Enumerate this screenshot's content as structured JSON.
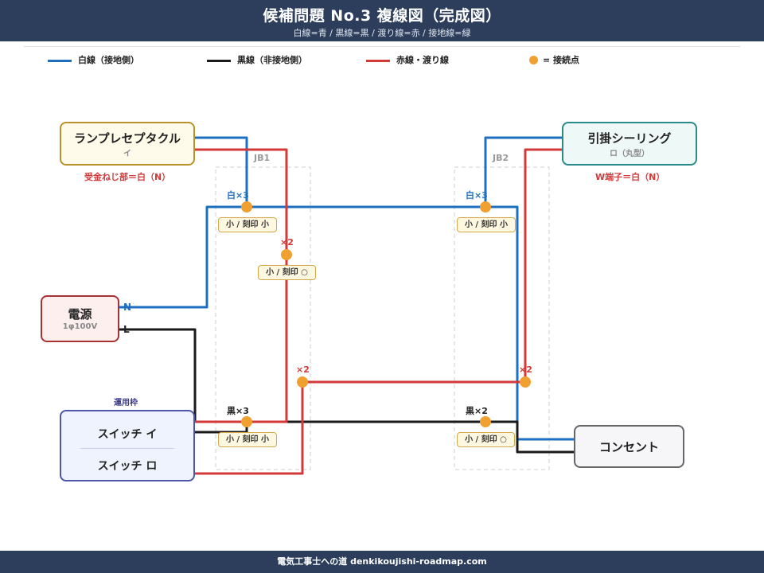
{
  "header": {
    "title": "候補問題 No.3  複線図（完成図）",
    "subtitle": "白線=青 / 黒線=黒 / 渡り線=赤 / 接地線=緑"
  },
  "legend": {
    "white": "白線（接地側）",
    "black": "黒線（非接地側）",
    "red": "赤線・渡り線",
    "dot": "= 接続点"
  },
  "colors": {
    "white_wire": "#1f6fc0",
    "black_wire": "#1a1a1a",
    "red_wire": "#d23a3a",
    "connection": "#f0a030",
    "header_bg": "#2c3e5c"
  },
  "lamp": {
    "name": "ランプレセプタクル",
    "code": "イ",
    "note": "受金ねじ部＝白（N）"
  },
  "ceiling": {
    "name": "引掛シーリング",
    "code": "ロ（丸型）",
    "note": "W端子＝白（N）"
  },
  "power": {
    "name": "電源",
    "spec": "1φ100V",
    "n": "N",
    "l": "L"
  },
  "switch_box": {
    "frame_label": "運用枠",
    "switch_i": "スイッチ イ",
    "switch_ro": "スイッチ ロ"
  },
  "outlet": {
    "name": "コンセント"
  },
  "jb1": {
    "label": "JB1",
    "white_count": "白×3",
    "white_tag": "小 / 刻印 小",
    "red_count": "×2",
    "red_tag": "小 / 刻印 ○",
    "red2_count": "×2",
    "black_count": "黒×3",
    "black_tag": "小 / 刻印 小"
  },
  "jb2": {
    "label": "JB2",
    "white_count": "白×3",
    "white_tag": "小 / 刻印 小",
    "red_count": "×2",
    "black_count": "黒×2",
    "black_tag": "小 / 刻印 ○"
  },
  "footer": "電気工事士への道  denkikoujishi-roadmap.com"
}
